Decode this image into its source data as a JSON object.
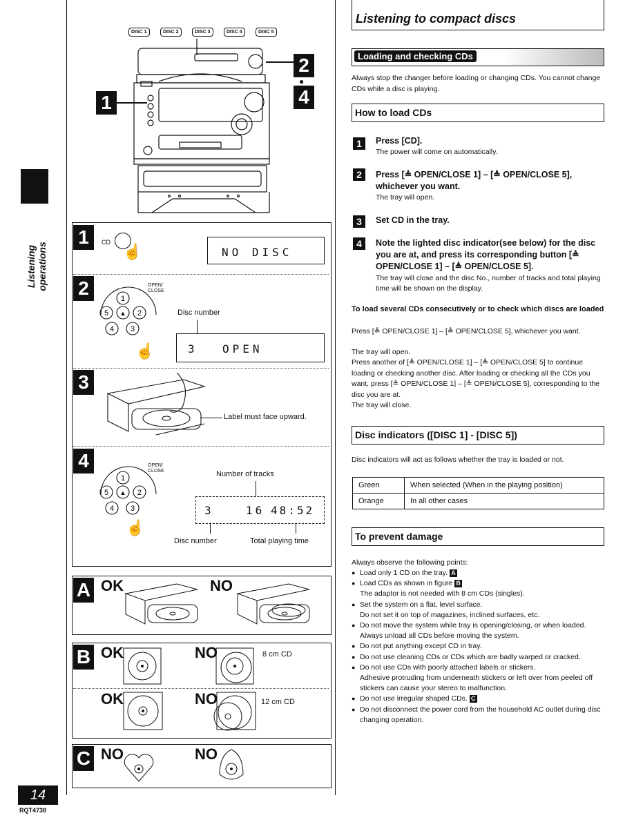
{
  "page": {
    "page_number": "14",
    "model_code": "RQT4738",
    "side_tab": "Listening operations"
  },
  "figure": {
    "disc_buttons": [
      "DISC 1",
      "DISC 2",
      "DISC 3",
      "DISC 4",
      "DISC 5"
    ],
    "callouts": {
      "one": "1",
      "two": "2",
      "bullet": "●",
      "four": "4"
    },
    "step1": {
      "badge": "1",
      "button_label": "CD",
      "display": "NO DISC"
    },
    "step2": {
      "badge": "2",
      "open_close_label": "OPEN/ CLOSE",
      "disc_number_label": "Disc number",
      "display_disc": "3",
      "display_text": "OPEN"
    },
    "step3": {
      "badge": "3",
      "label_note": "Label must face upward."
    },
    "step4": {
      "badge": "4",
      "open_close_label": "OPEN/ CLOSE",
      "tracks_label": "Number of tracks",
      "display_disc": "3",
      "display_tracks": "16",
      "display_time": "48:52",
      "disc_number_label": "Disc number",
      "total_time_label": "Total playing time"
    },
    "fig_a": {
      "badge": "A",
      "ok": "OK",
      "no": "NO"
    },
    "fig_b": {
      "badge": "B",
      "ok1": "OK",
      "no1": "NO",
      "size1": "8 cm CD",
      "ok2": "OK",
      "no2": "NO",
      "size2": "12 cm CD"
    },
    "fig_c": {
      "badge": "C",
      "no1": "NO",
      "no2": "NO"
    }
  },
  "content": {
    "main_title": "Listening to compact discs",
    "section_title": "Loading and checking CDs",
    "intro": "Always stop the changer before loading or changing CDs. You cannot change CDs while a disc is playing.",
    "how_to_title": "How to load CDs",
    "steps": [
      {
        "n": "1",
        "title": "Press [CD].",
        "body": "The power will come on automatically."
      },
      {
        "n": "2",
        "title": "Press [≜ OPEN/CLOSE 1] – [≜ OPEN/CLOSE 5], whichever you want.",
        "body": "The tray will open."
      },
      {
        "n": "3",
        "title": "Set CD in the tray.",
        "body": ""
      },
      {
        "n": "4",
        "title": "Note the lighted disc indicator(see below) for the disc you are at, and press its corresponding button [≜ OPEN/CLOSE 1] – [≜ OPEN/CLOSE 5].",
        "body": "The tray will close and the disc No., number of tracks and total playing time will be shown on the display."
      }
    ],
    "several_title": "To load several CDs consecutively or to check which discs are loaded",
    "several_body_1": "Press [≜ OPEN/CLOSE 1] – [≜ OPEN/CLOSE 5], whichever you want.",
    "several_body_2": "The tray will open.",
    "several_body_3": "Press another of [≜ OPEN/CLOSE 1] – [≜ OPEN/CLOSE 5] to continue loading or checking another disc. After loading or checking all the CDs you want, press [≜ OPEN/CLOSE 1] – [≜ OPEN/CLOSE 5], corresponding to the disc you are at.",
    "several_body_4": "The tray will close.",
    "indicators_title": "Disc indicators ([DISC 1] - [DISC 5])",
    "indicators_intro": "Disc indicators will act as follows whether the tray is loaded or not.",
    "indicator_rows": [
      {
        "color": "Green",
        "meaning": "When selected (When in the playing position)"
      },
      {
        "color": "Orange",
        "meaning": "In all other cases"
      }
    ],
    "damage_title": "To prevent damage",
    "damage_intro": "Always observe the following points:",
    "damage": {
      "b1": "Load only 1 CD on the tray.",
      "b1_ref": "A",
      "b2": "Load CDs as shown in figure",
      "b2_ref": "B",
      "b2_sub": "The adaptor is not needed with 8 cm CDs (singles).",
      "b3": "Set the system on a flat, level surface.",
      "b3_sub": "Do not set it on top of magazines, inclined surfaces, etc.",
      "b4": "Do not move the system while tray is opening/closing, or when loaded.",
      "b4_sub": "Always unload all CDs before moving the system.",
      "b5": "Do not put anything except CD in tray.",
      "b6": "Do not use cleaning CDs or CDs which are badly warped or cracked.",
      "b7": "Do not use CDs with poorly attached labels or stickers.",
      "b7_sub": "Adhesive protruding from underneath stickers or left over from peeled off stickers can cause your stereo to malfunction.",
      "b8": "Do not use irregular shaped CDs.",
      "b8_ref": "C",
      "b9": "Do not disconnect the power cord from the household AC outlet during disc changing operation."
    }
  }
}
